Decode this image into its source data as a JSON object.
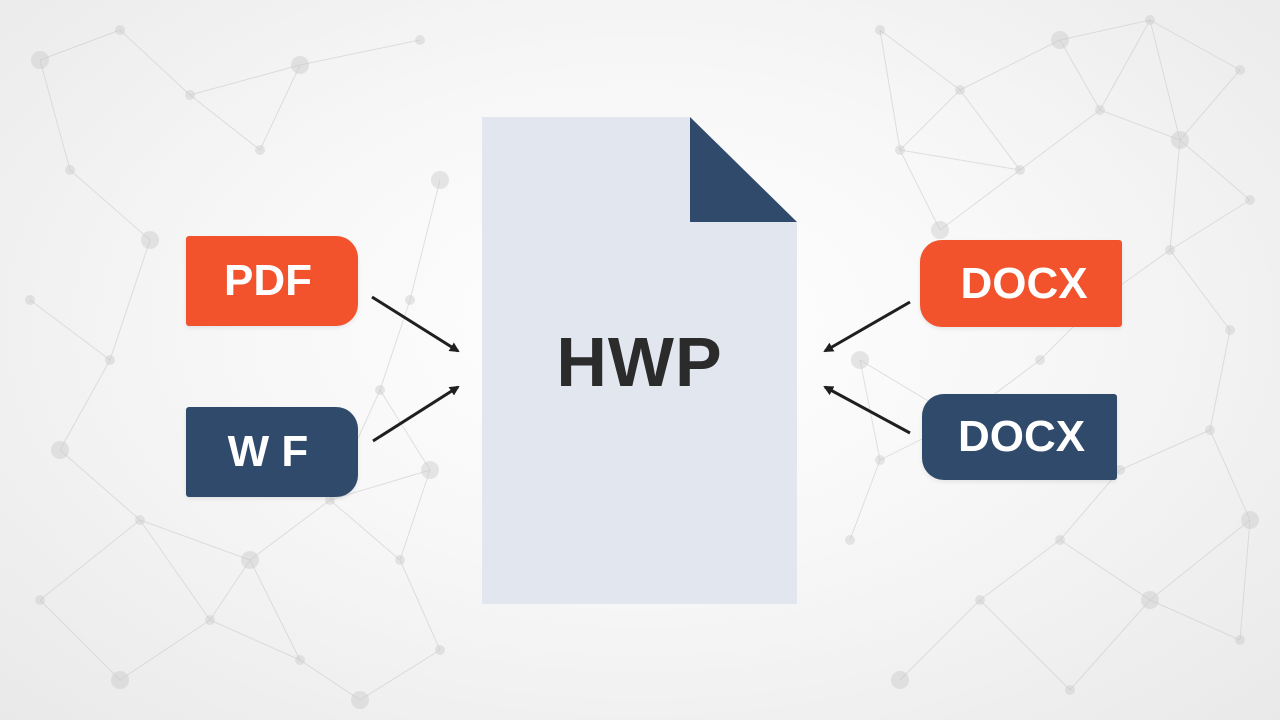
{
  "document": {
    "label": "HWP",
    "page_color": "#e2e6ee",
    "fold_color": "#2f4a6a",
    "icon": "document-icon"
  },
  "tags": {
    "pdf": {
      "label": "PDF",
      "color": "#f2522c"
    },
    "wf": {
      "label": "W F",
      "color": "#2f4a6a"
    },
    "docx_top": {
      "label": "DOCX",
      "color": "#f2522c"
    },
    "docx_bottom": {
      "label": "DOCX",
      "color": "#2f4a6a"
    }
  },
  "arrow_color": "#1f1f1f",
  "background": {
    "network_color": "#c9c9c9"
  }
}
